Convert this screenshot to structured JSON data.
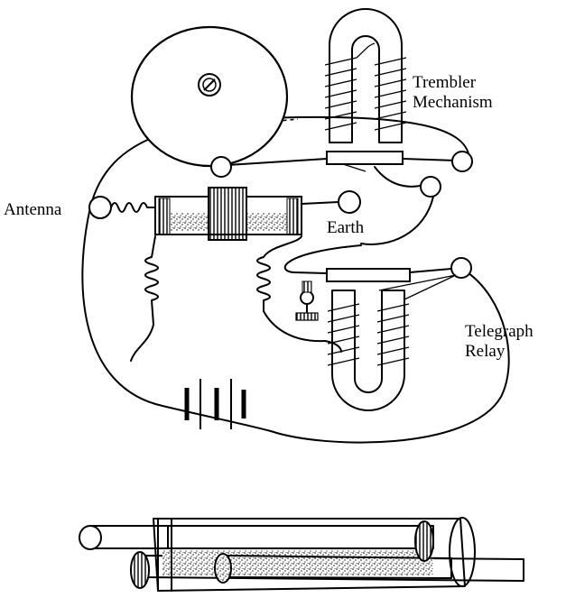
{
  "labels": {
    "trembler_line1": "Trembler",
    "trembler_line2": "Mechanism",
    "antenna": "Antenna",
    "earth": "Earth",
    "relay_line1": "Telegraph",
    "relay_line2": "Relay"
  },
  "colors": {
    "ink": "#000000",
    "paper": "#ffffff"
  }
}
